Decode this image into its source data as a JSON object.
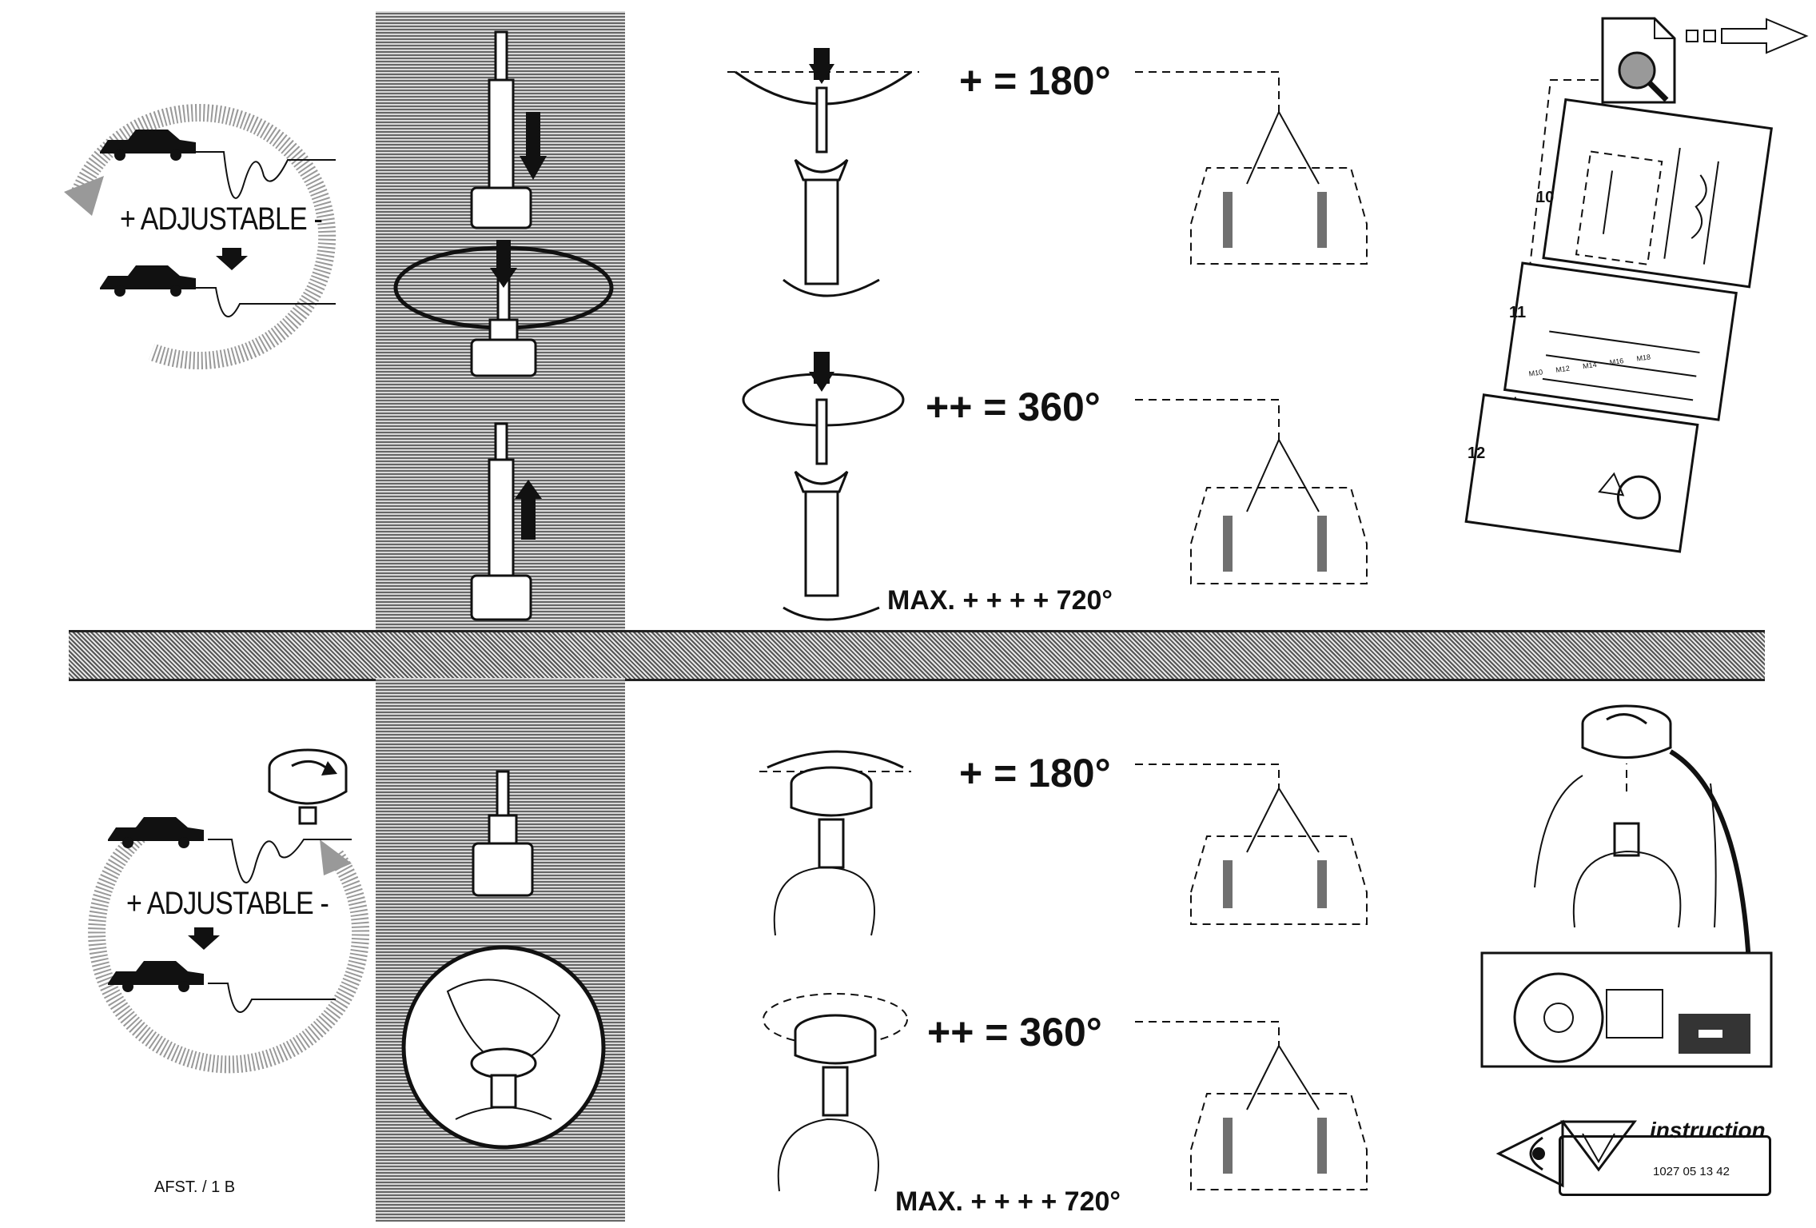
{
  "top": {
    "adjustable_label": "+ ADJUSTABLE -",
    "step1_label": "+ = 180°",
    "step2_label": "++ = 360°",
    "max_label": "MAX. + + + + 720°"
  },
  "bottom": {
    "adjustable_label": "+ ADJUSTABLE -",
    "step1_label": "+ = 180°",
    "step2_label": "++ = 360°",
    "max_label": "MAX. + + + + 720°"
  },
  "inset": {
    "step_numbers": [
      "10",
      "11",
      "12"
    ],
    "table_headers": [
      "M10",
      "M12",
      "M14",
      "M16",
      "M18"
    ]
  },
  "footer": {
    "code": "AFST. / 1 B",
    "instruction_label": "instruction",
    "instruction_number": "1027 05 13 42"
  },
  "icons": {
    "document_search": "document-magnifier-icon",
    "next_arrow": "arrow-right-outline-icon",
    "eye": "eye-icon"
  }
}
